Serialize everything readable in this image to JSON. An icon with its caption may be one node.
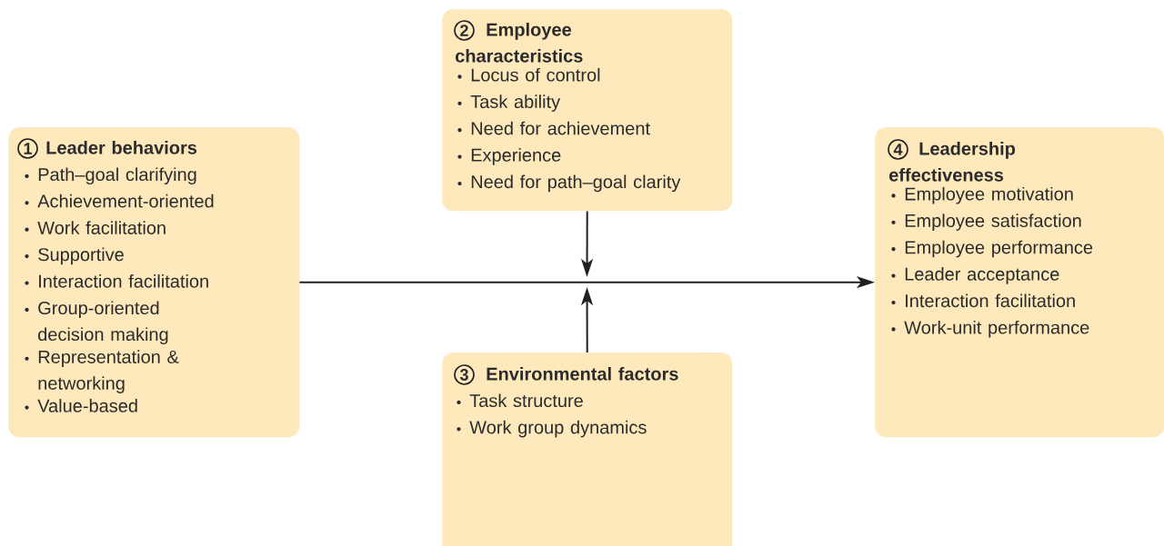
{
  "diagram": {
    "nodes": [
      {
        "text": [
          "1",
          "Leader behaviors",
          "Path–goal clarifying",
          "Achievement-oriented",
          "Work facilitation",
          "Supportive",
          "Interaction facilitation",
          "Group-oriented decision making",
          "Representation & networking",
          "Value-based"
        ]
      },
      {
        "text": [
          "2",
          "Employee characteristics",
          "Locus of control",
          "Task ability",
          "Need for achievement",
          "Experience",
          "Need for path–goal clarity"
        ]
      },
      {
        "text": [
          "3",
          "Environmental factors",
          "Task structure",
          "Work group dynamics"
        ]
      },
      {
        "text": [
          "4",
          "Leadership effectiveness",
          "Employee motivation",
          "Employee satisfaction",
          "Employee performance",
          "Leader acceptance",
          "Interaction facilitation",
          "Work-unit performance"
        ]
      }
    ],
    "edges": [
      {
        "from": 0,
        "to": 3,
        "arrow": "to"
      },
      {
        "from": 1,
        "to": null,
        "arrow": "to"
      },
      {
        "from": 2,
        "to": null,
        "arrow": "to"
      }
    ]
  }
}
